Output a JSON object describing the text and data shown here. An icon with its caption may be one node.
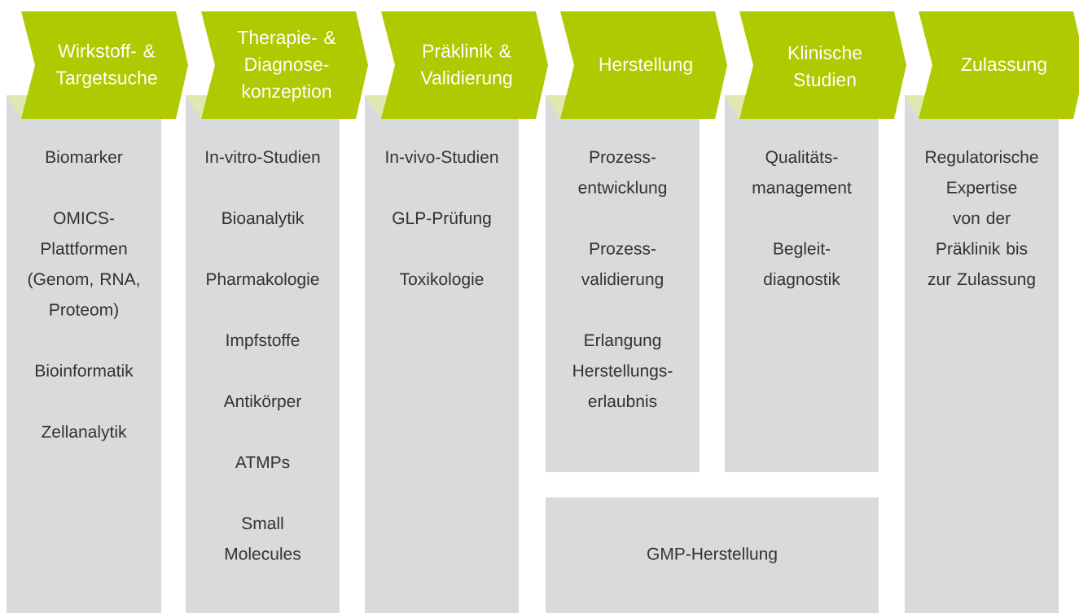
{
  "diagram": {
    "nodes": [
      {
        "text": [
          "Wirkstoff- & Targetsuche"
        ]
      },
      {
        "text": [
          "Therapie- & Diagnose- konzeption"
        ]
      },
      {
        "text": [
          "Präklinik & Validierung"
        ]
      },
      {
        "text": [
          "Herstellung"
        ]
      },
      {
        "text": [
          "Klinische Studien"
        ]
      },
      {
        "text": [
          "Zulassung"
        ]
      },
      {
        "text": [
          "Biomarker",
          "OMICS- Plattformen (Genom, RNA, Proteom)",
          "Bioinformatik",
          "Zellanalytik"
        ]
      },
      {
        "text": [
          "In-vitro-Studien",
          "Bioanalytik",
          "Pharmakologie",
          "Impfstoffe",
          "Antikörper",
          "ATMPs",
          "Small Molecules"
        ]
      },
      {
        "text": [
          "In-vivo-Studien",
          "GLP-Prüfung",
          "Toxikologie"
        ]
      },
      {
        "text": [
          "Prozess- entwicklung",
          "Prozess- validierung",
          "Erlangung Herstellungs- erlaubnis"
        ]
      },
      {
        "text": [
          "Qualitäts- management",
          "Begleit- diagnostik"
        ]
      },
      {
        "text": [
          "Regulatorische Expertise von der Präklinik bis zur Zulassung"
        ]
      },
      {
        "text": [
          "GMP-Herstellung"
        ]
      }
    ]
  }
}
